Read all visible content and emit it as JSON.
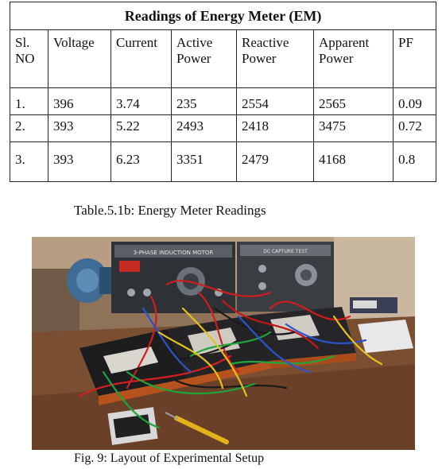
{
  "table": {
    "title": "Readings of Energy Meter (EM)",
    "headers": [
      [
        "Sl.",
        "NO"
      ],
      [
        "Voltage"
      ],
      [
        "Current"
      ],
      [
        "Active",
        "Power"
      ],
      [
        "Reactive",
        "Power"
      ],
      [
        "Apparent",
        "Power"
      ],
      [
        "PF"
      ]
    ],
    "rows": [
      [
        "1.",
        "396",
        "3.74",
        "235",
        "2554",
        "2565",
        "0.09"
      ],
      [
        "2.",
        "393",
        "5.22",
        "2493",
        "2418",
        "3475",
        "0.72"
      ],
      [
        "3.",
        "393",
        "6.23",
        "3351",
        "2479",
        "4168",
        "0.8"
      ]
    ]
  },
  "captions": {
    "table": "Table.5.1b: Energy Meter Readings",
    "figure": "Fig. 9: Layout of Experimental Setup"
  },
  "photo": {
    "panel_left_text": "3-PHASE INDUCTION MOTOR",
    "panel_right_text": "DC CAPTURE TEST"
  }
}
